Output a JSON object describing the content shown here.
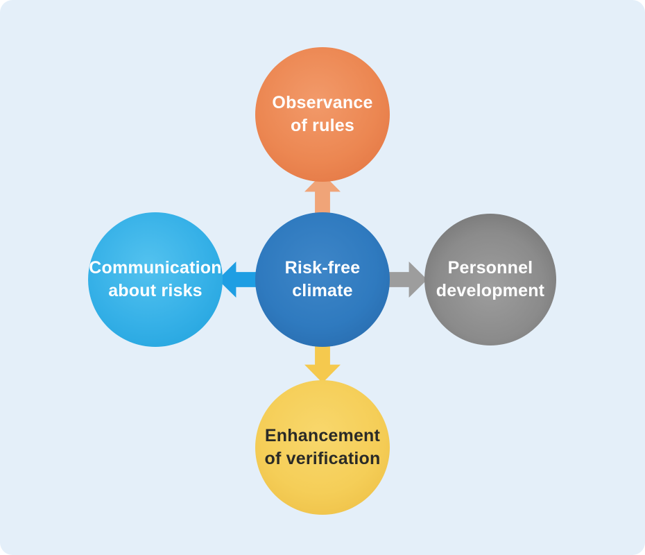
{
  "background": {
    "canvas_color": "#E4EFF9",
    "page_color": "#FFFFFF"
  },
  "diagram": {
    "type": "hub-and-spoke",
    "nodes": {
      "center": {
        "id": "risk-free-climate",
        "lines": [
          "Risk-free",
          "climate"
        ],
        "fill_color": "#2F7ABF",
        "text_color": "#FFFFFF"
      },
      "top": {
        "id": "observance-of-rules",
        "lines": [
          "Observance",
          "of rules"
        ],
        "fill_color": "#EC8752",
        "text_color": "#FFFFFF"
      },
      "left": {
        "id": "communication-about-risks",
        "lines": [
          "Communication",
          "about risks"
        ],
        "fill_color": "#35B0E7",
        "text_color": "#FFFFFF"
      },
      "right": {
        "id": "personnel-development",
        "lines": [
          "Personnel",
          "development"
        ],
        "fill_color": "#8B8B8B",
        "text_color": "#FFFFFF"
      },
      "bottom": {
        "id": "enhancement-of-verification",
        "lines": [
          "Enhancement",
          "of verification"
        ],
        "fill_color": "#F5CE58",
        "text_color": "#2A2A27"
      }
    },
    "arrows": [
      {
        "from": "center",
        "to": "top",
        "direction": "up",
        "color": "#F0A478"
      },
      {
        "from": "center",
        "to": "left",
        "direction": "left",
        "color": "#1E9EE3"
      },
      {
        "from": "center",
        "to": "right",
        "direction": "right",
        "color": "#9D9D9D"
      },
      {
        "from": "center",
        "to": "bottom",
        "direction": "down",
        "color": "#F5C94E"
      }
    ]
  }
}
